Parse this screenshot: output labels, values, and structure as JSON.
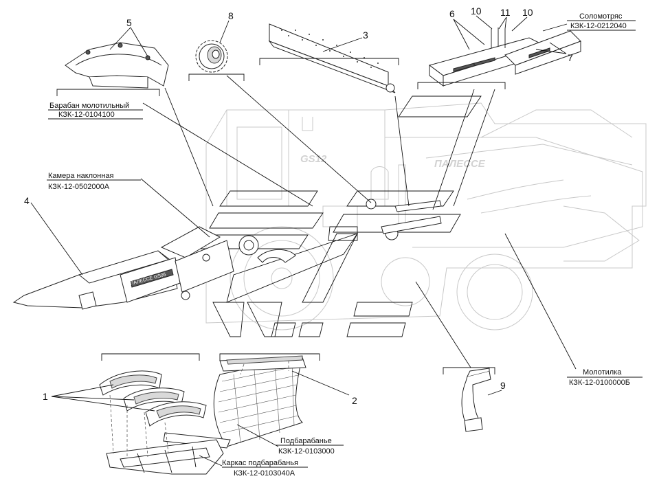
{
  "callouts": {
    "n1": "1",
    "n2": "2",
    "n3": "3",
    "n4": "4",
    "n5": "5",
    "n6": "6",
    "n7": "7",
    "n8": "8",
    "n9": "9",
    "n10a": "10",
    "n10b": "10",
    "n11": "11"
  },
  "labels": {
    "drum_name": "Барабан молотильный",
    "drum_code": "КЗК-12-0104100",
    "feeder_name": "Камера наклонная",
    "feeder_code": "КЗК-12-0502000А",
    "walker_name": "Соломотряс",
    "walker_code": "КЗК-12-0212040",
    "thresher_name": "Молотилка",
    "thresher_code": "КЗК-12-0100000Б",
    "concave_name": "Подбарабанье",
    "concave_code": "КЗК-12-0103000",
    "frame_name": "Каркас подбарабанья",
    "frame_code": "КЗК-12-0103040А"
  },
  "machine_text": {
    "model": "GS12",
    "brand": "ПАЛЕССЕ",
    "header_brand": "ПАЛЕССЕ GS05"
  }
}
